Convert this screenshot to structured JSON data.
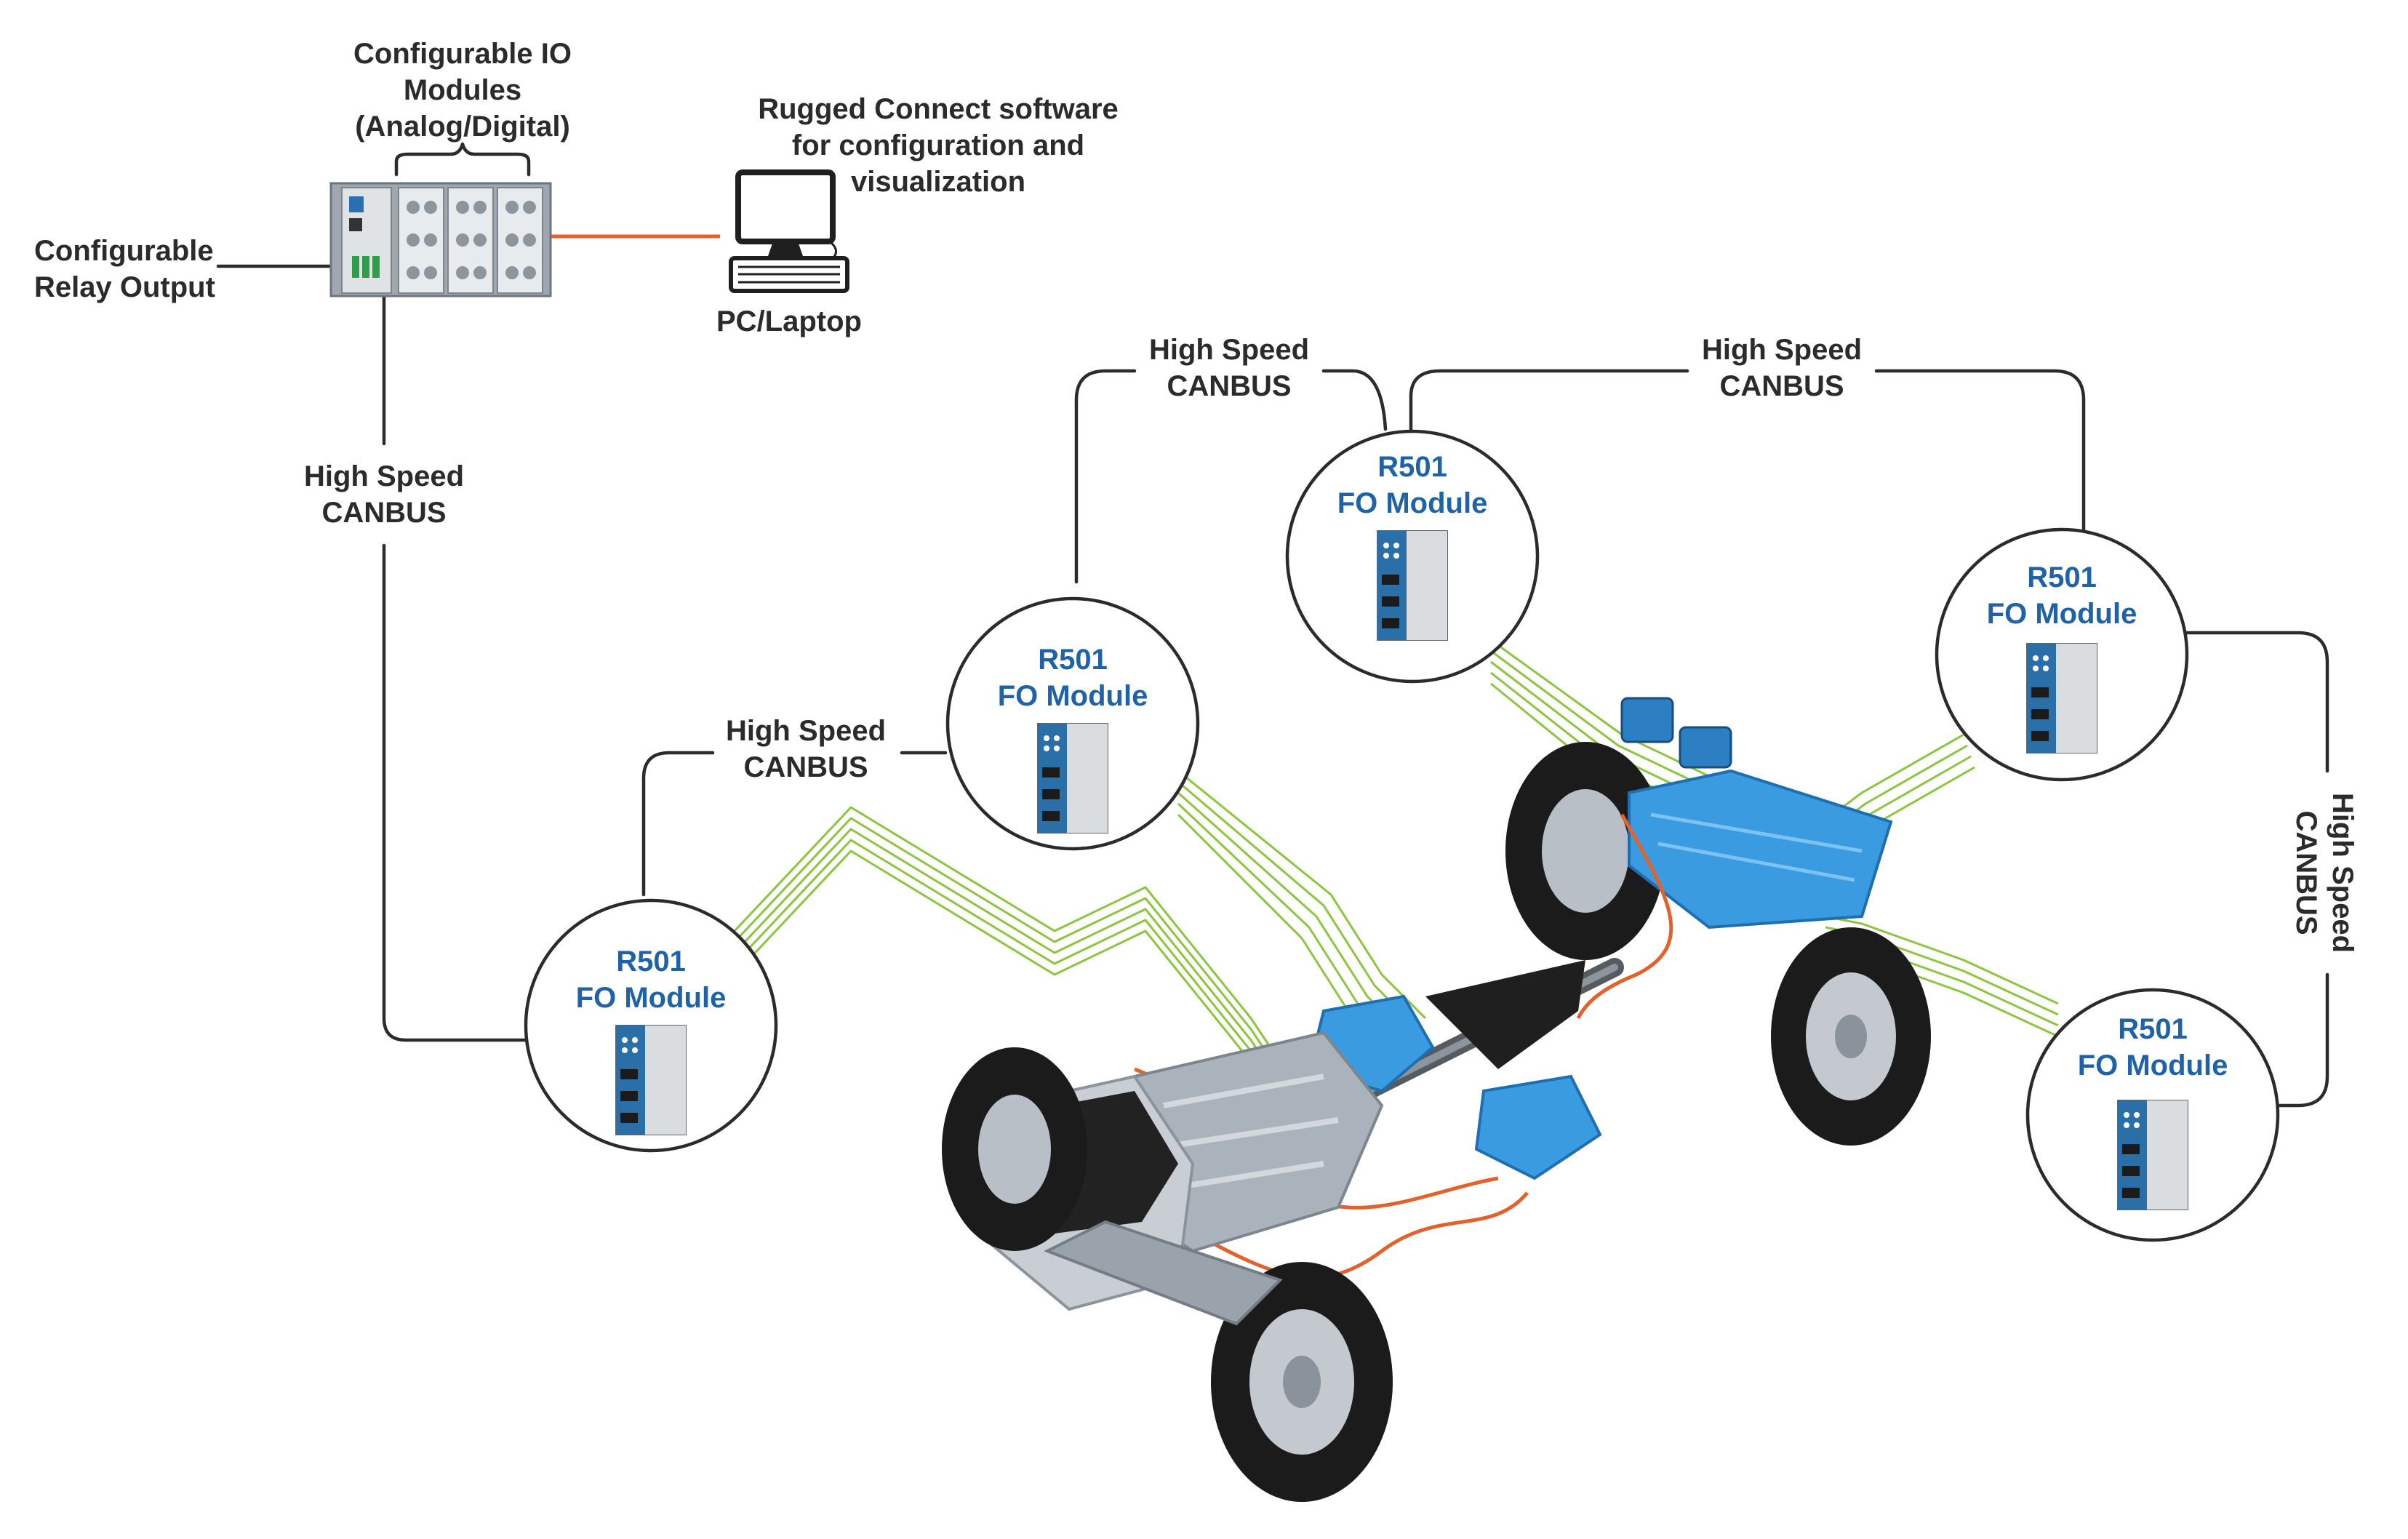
{
  "io_modules": {
    "title_lines": [
      "Configurable IO",
      "Modules",
      "(Analog/Digital)"
    ]
  },
  "relay_output": {
    "label_lines": [
      "Configurable",
      "Relay Output"
    ]
  },
  "software": {
    "label_lines": [
      "Rugged Connect software",
      "for configuration and",
      "visualization"
    ]
  },
  "pc": {
    "label": "PC/Laptop"
  },
  "canbus_labels": [
    {
      "line1": "High Speed",
      "line2": "CANBUS"
    },
    {
      "line1": "High Speed",
      "line2": "CANBUS"
    },
    {
      "line1": "High Speed",
      "line2": "CANBUS"
    },
    {
      "line1": "High Speed",
      "line2": "CANBUS"
    },
    {
      "line1": "High Speed",
      "line2": "CANBUS"
    }
  ],
  "fo_modules": [
    {
      "line1": "R501",
      "line2": "FO Module"
    },
    {
      "line1": "R501",
      "line2": "FO Module"
    },
    {
      "line1": "R501",
      "line2": "FO Module"
    },
    {
      "line1": "R501",
      "line2": "FO Module"
    },
    {
      "line1": "R501",
      "line2": "FO Module"
    }
  ],
  "colors": {
    "module_title": "#1f63a6",
    "fiber": "#8cc63f",
    "ethernet": "#e2622b",
    "line": "#2b2b2b",
    "chassis_blue": "#3a9be0"
  }
}
